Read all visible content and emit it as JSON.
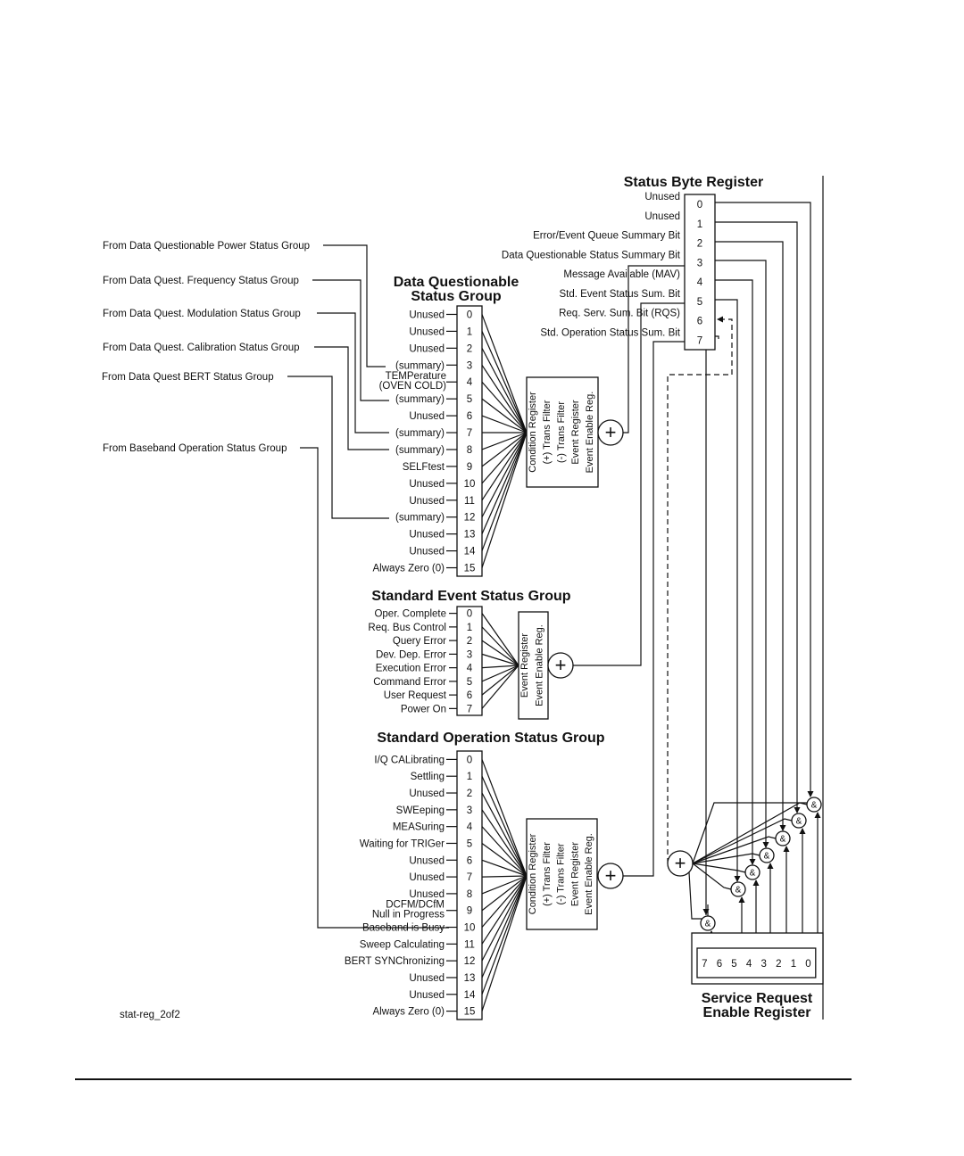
{
  "status_byte": {
    "title": "Status Byte Register",
    "bits": [
      {
        "n": "0",
        "label": "Unused"
      },
      {
        "n": "1",
        "label": "Unused"
      },
      {
        "n": "2",
        "label": "Error/Event Queue Summary Bit"
      },
      {
        "n": "3",
        "label": "Data Questionable Status Summary Bit"
      },
      {
        "n": "4",
        "label": "Message Available (MAV)"
      },
      {
        "n": "5",
        "label": "Std. Event Status Sum. Bit"
      },
      {
        "n": "6",
        "label": "Req. Serv. Sum. Bit (RQS)"
      },
      {
        "n": "7",
        "label": "Std. Operation Status Sum. Bit"
      }
    ]
  },
  "sources": [
    "From Data Questionable Power Status Group",
    "From Data Quest. Frequency Status Group",
    "From Data Quest. Modulation Status Group",
    "From Data Quest. Calibration Status Group",
    "From Data Quest BERT Status Group",
    "From Baseband Operation Status Group"
  ],
  "dq": {
    "title_line1": "Data Questionable",
    "title_line2": "Status Group",
    "bits": [
      {
        "n": "0",
        "label": "Unused"
      },
      {
        "n": "1",
        "label": "Unused"
      },
      {
        "n": "2",
        "label": "Unused"
      },
      {
        "n": "3",
        "label": "(summary)"
      },
      {
        "n": "4",
        "label": "TEMPerature",
        "label2": "(OVEN COLD)"
      },
      {
        "n": "5",
        "label": "(summary)"
      },
      {
        "n": "6",
        "label": "Unused"
      },
      {
        "n": "7",
        "label": "(summary)"
      },
      {
        "n": "8",
        "label": "(summary)"
      },
      {
        "n": "9",
        "label": "SELFtest"
      },
      {
        "n": "10",
        "label": "Unused"
      },
      {
        "n": "11",
        "label": "Unused"
      },
      {
        "n": "12",
        "label": "(summary)"
      },
      {
        "n": "13",
        "label": "Unused"
      },
      {
        "n": "14",
        "label": "Unused"
      },
      {
        "n": "15",
        "label": "Always Zero (0)"
      }
    ],
    "registers": [
      "Condition Register",
      "(+) Trans Filter",
      "(-) Trans Filter",
      "Event Register",
      "Event Enable Reg."
    ]
  },
  "se": {
    "title": "Standard Event Status Group",
    "bits": [
      {
        "n": "0",
        "label": "Oper. Complete"
      },
      {
        "n": "1",
        "label": "Req. Bus Control"
      },
      {
        "n": "2",
        "label": "Query Error"
      },
      {
        "n": "3",
        "label": "Dev. Dep. Error"
      },
      {
        "n": "4",
        "label": "Execution Error"
      },
      {
        "n": "5",
        "label": "Command Error"
      },
      {
        "n": "6",
        "label": "User Request"
      },
      {
        "n": "7",
        "label": "Power On"
      }
    ],
    "registers": [
      "Event Register",
      "Event Enable Reg."
    ]
  },
  "so": {
    "title": "Standard Operation Status Group",
    "bits": [
      {
        "n": "0",
        "label": "I/Q CALibrating"
      },
      {
        "n": "1",
        "label": "Settling"
      },
      {
        "n": "2",
        "label": "Unused"
      },
      {
        "n": "3",
        "label": "SWEeping"
      },
      {
        "n": "4",
        "label": "MEASuring"
      },
      {
        "n": "5",
        "label": "Waiting for TRIGer"
      },
      {
        "n": "6",
        "label": "Unused"
      },
      {
        "n": "7",
        "label": "Unused"
      },
      {
        "n": "8",
        "label": "Unused"
      },
      {
        "n": "9",
        "label": "DCFM/DCfM",
        "label2": "Null in Progress"
      },
      {
        "n": "10",
        "label": "Baseband is Busy"
      },
      {
        "n": "11",
        "label": "Sweep Calculating"
      },
      {
        "n": "12",
        "label": "BERT SYNChronizing"
      },
      {
        "n": "13",
        "label": "Unused"
      },
      {
        "n": "14",
        "label": "Unused"
      },
      {
        "n": "15",
        "label": "Always Zero (0)"
      }
    ],
    "registers": [
      "Condition Register",
      "(+) Trans Filter",
      "(-) Trans Filter",
      "Event Register",
      "Event Enable Reg."
    ]
  },
  "srer": {
    "title_line1": "Service Request",
    "title_line2": "Enable Register",
    "bits": [
      "7",
      "6",
      "5",
      "4",
      "3",
      "2",
      "1",
      "0"
    ]
  },
  "symbols": {
    "or": "+",
    "and": "&"
  },
  "figure_id": "stat-reg_2of2"
}
